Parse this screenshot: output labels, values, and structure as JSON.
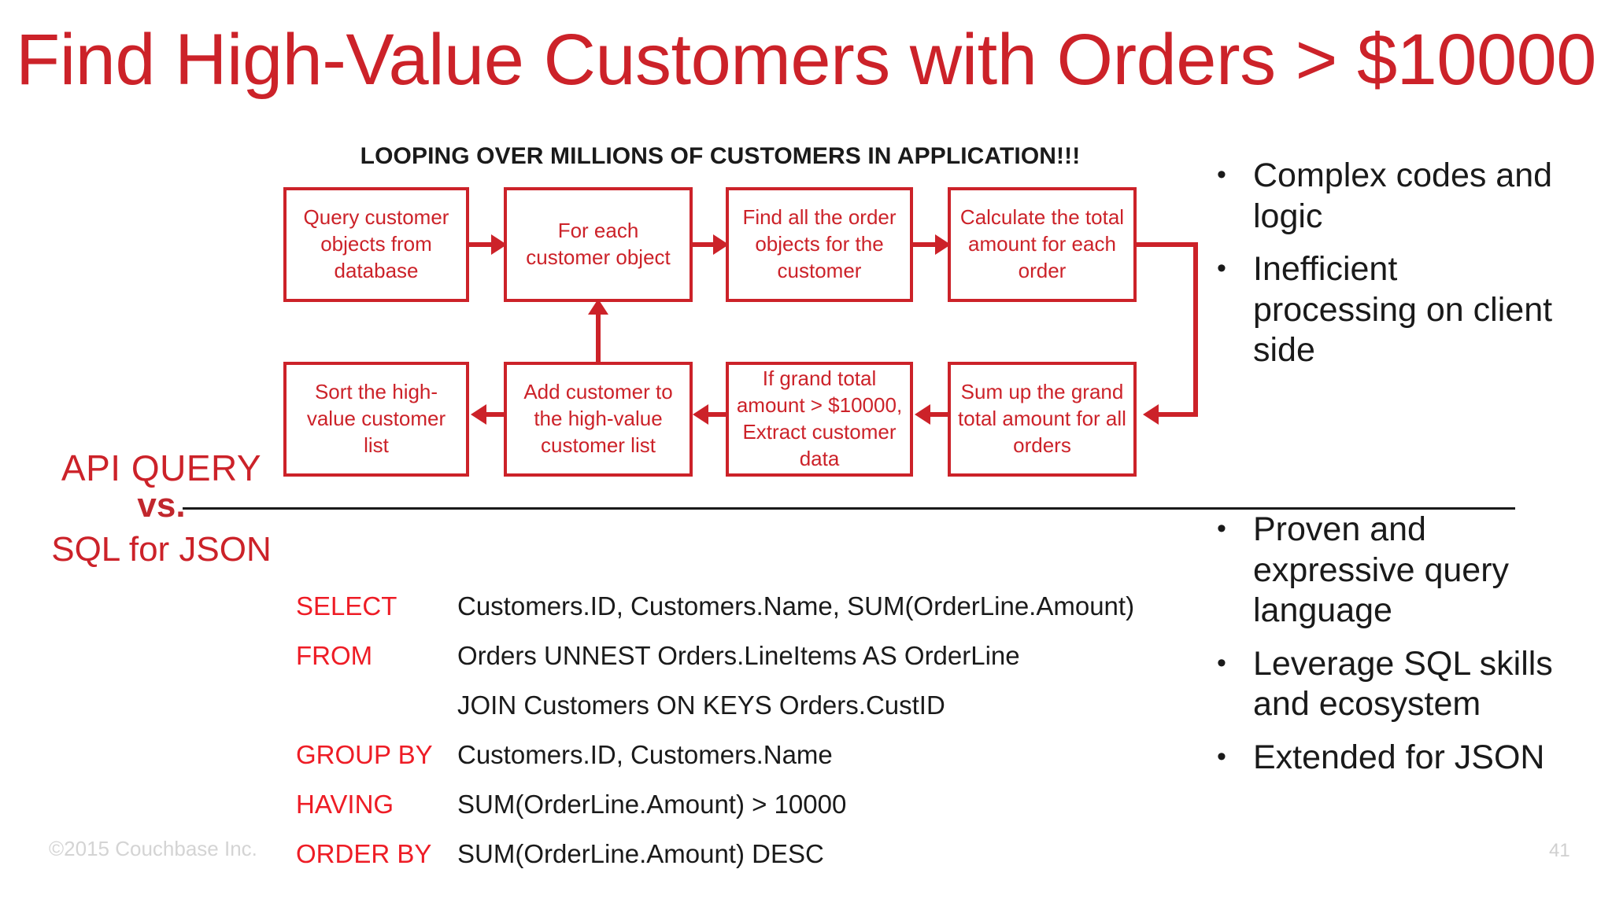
{
  "slide": {
    "title": "Find High-Value Customers with Orders > $10000",
    "page_number": "41",
    "copyright": "©2015 Couchbase Inc.",
    "accent_red": "#CC2229",
    "keyword_red": "#EE1C25",
    "text_black": "#1a1a1a"
  },
  "flowchart": {
    "heading": "LOOPING OVER MILLIONS OF CUSTOMERS IN APPLICATION!!!",
    "boxes": [
      {
        "id": "query-customer-objects",
        "text": "Query customer objects from database"
      },
      {
        "id": "for-each-customer-object",
        "text": "For each customer object"
      },
      {
        "id": "find-order-objects",
        "text": "Find all the order objects for the customer"
      },
      {
        "id": "calculate-total-per-order",
        "text": "Calculate the total amount for each order"
      },
      {
        "id": "sort-high-value-list",
        "text": "Sort the high-value customer list"
      },
      {
        "id": "add-customer-to-list",
        "text": "Add customer to the high-value customer list"
      },
      {
        "id": "if-grand-total-extract",
        "text": "If grand total amount > $10000, Extract customer data"
      },
      {
        "id": "sum-grand-total",
        "text": "Sum up the grand total amount for all orders"
      }
    ]
  },
  "comparison_label": {
    "line1": "API QUERY",
    "line2": "vs.",
    "line3": "SQL for JSON"
  },
  "sql": {
    "rows": [
      {
        "keyword": "SELECT",
        "expression": "Customers.ID, Customers.Name, SUM(OrderLine.Amount)"
      },
      {
        "keyword": "FROM",
        "expression": "Orders UNNEST Orders.LineItems AS OrderLine"
      },
      {
        "keyword": "",
        "expression": "JOIN Customers ON KEYS Orders.CustID"
      },
      {
        "keyword": "GROUP BY",
        "expression": "Customers.ID, Customers.Name"
      },
      {
        "keyword": "HAVING",
        "expression": "SUM(OrderLine.Amount) > 10000"
      },
      {
        "keyword": "ORDER BY",
        "expression": "SUM(OrderLine.Amount) DESC"
      }
    ]
  },
  "bullets_top": {
    "marker": "•",
    "items": [
      "Complex codes and logic",
      "Inefficient processing on client side"
    ]
  },
  "bullets_bottom": {
    "marker": "•",
    "items": [
      "Proven and expressive query language",
      "Leverage SQL skills and ecosystem",
      "Extended for JSON"
    ]
  }
}
